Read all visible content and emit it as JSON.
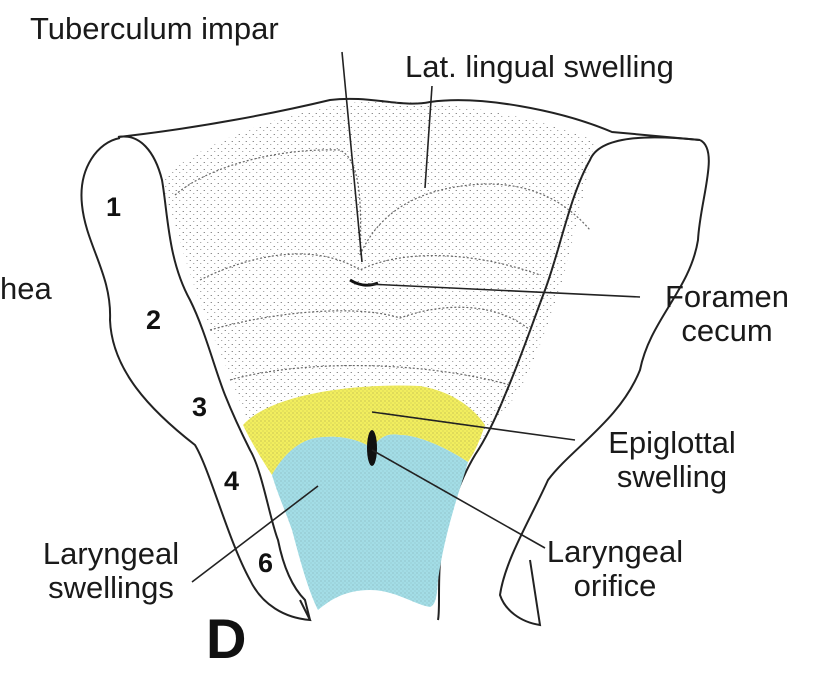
{
  "labels": {
    "tuberculum_impar": "Tuberculum impar",
    "lat_lingual_swelling": "Lat. lingual swelling",
    "trachea_partial": "hea",
    "foramen_cecum_line1": "Foramen",
    "foramen_cecum_line2": "cecum",
    "epiglottal_line1": "Epiglottal",
    "epiglottal_line2": "swelling",
    "laryngeal_swellings_line1": "Laryngeal",
    "laryngeal_swellings_line2": "swellings",
    "laryngeal_orifice_line1": "Laryngeal",
    "laryngeal_orifice_line2": "orifice"
  },
  "arch_numbers": [
    "1",
    "2",
    "3",
    "4",
    "6"
  ],
  "panel_letter": "D",
  "colors": {
    "epiglottal_fill": "#f2ee5e",
    "laryngeal_fill": "#a3dde6",
    "outline": "#222222"
  }
}
